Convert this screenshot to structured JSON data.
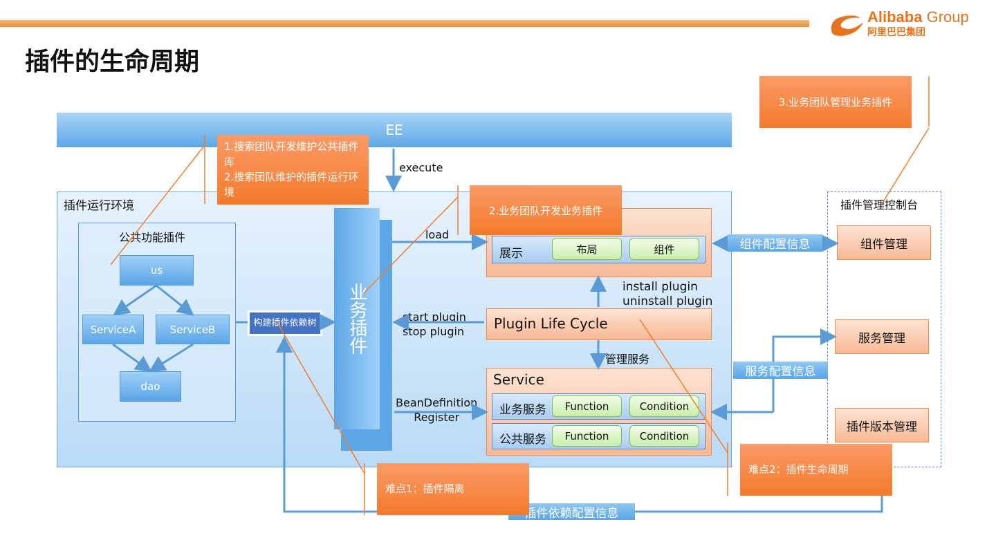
{
  "title": "插件的生命周期",
  "logo": {
    "en": "Alibaba",
    "group": "Group",
    "cn": "阿里巴巴集团"
  },
  "ee": "EE",
  "execute": "execute",
  "env_label": "插件运行环境",
  "public_plugins": {
    "label": "公共功能插件",
    "us": "us",
    "service_a": "ServiceA",
    "service_b": "ServiceB",
    "dao": "dao"
  },
  "build_tree": "构建插件依赖树",
  "biz_plugin": "业务插件",
  "load": "load",
  "start_stop": [
    "start plugin",
    "stop plugin"
  ],
  "bean": [
    "BeanDefinition",
    "Register"
  ],
  "display": {
    "label": "展示",
    "layout": "布局",
    "component": "组件"
  },
  "install": [
    "install plugin",
    "uninstall plugin"
  ],
  "lifecycle": "Plugin Life Cycle",
  "manage_service": "管理服务",
  "service": {
    "label": "Service",
    "rows": [
      {
        "label": "业务服务",
        "fn": "Function",
        "cond": "Condition"
      },
      {
        "label": "公共服务",
        "fn": "Function",
        "cond": "Condition"
      }
    ]
  },
  "console": {
    "label": "插件管理控制台",
    "items": [
      "组件管理",
      "服务管理",
      "插件版本管理"
    ]
  },
  "component_config": "组件配置信息",
  "service_config": "服务配置信息",
  "dep_config": "插件依赖配置信息",
  "notes": {
    "n1": "1.搜索团队开发维护公共插件库\n2.搜索团队维护的插件运行环境",
    "n2": "2.业务团队开发业务插件",
    "n3": "3.业务团队管理业务插件",
    "d1": "难点1：插件隔离",
    "d2": "难点2：插件生命周期"
  },
  "colors": {
    "accent": "#f07d2b",
    "blue": "#5b9bd5"
  }
}
